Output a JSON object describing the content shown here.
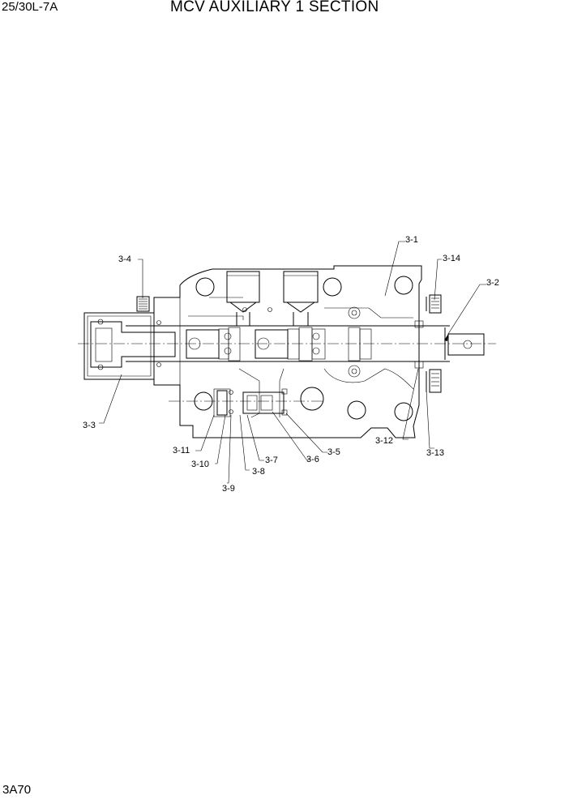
{
  "header": {
    "model": "25/30L-7A",
    "title": "MCV AUXILIARY 1  SECTION"
  },
  "footer": {
    "page_code": "3A70"
  },
  "callouts": {
    "p3_1": "3-1",
    "p3_2": "3-2",
    "p3_3": "3-3",
    "p3_4": "3-4",
    "p3_5": "3-5",
    "p3_6": "3-6",
    "p3_7": "3-7",
    "p3_8": "3-8",
    "p3_9": "3-9",
    "p3_10": "3-10",
    "p3_11": "3-11",
    "p3_12": "3-12",
    "p3_13": "3-13",
    "p3_14": "3-14"
  }
}
